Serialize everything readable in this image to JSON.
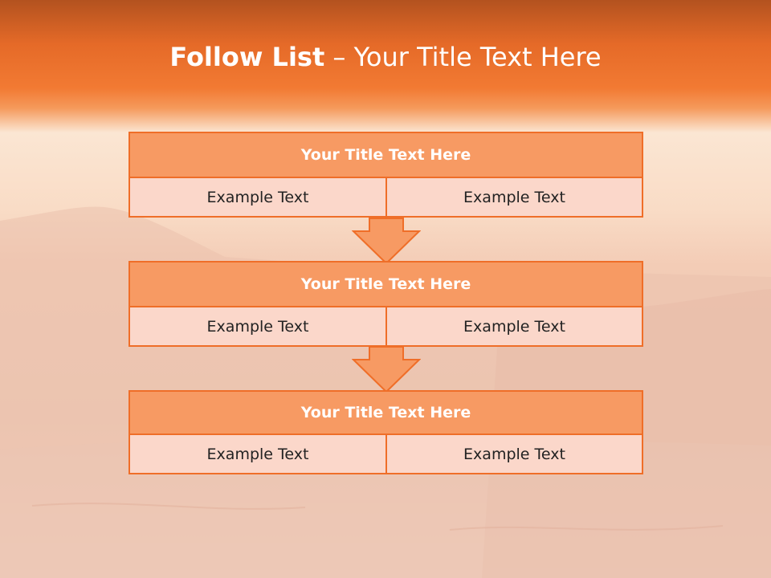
{
  "title": {
    "bold": "Follow List",
    "rest": " – Your Title Text Here"
  },
  "blocks": [
    {
      "header": "Your Title Text Here",
      "left": "Example Text",
      "right": "Example Text"
    },
    {
      "header": "Your Title Text Here",
      "left": "Example Text",
      "right": "Example Text"
    },
    {
      "header": "Your Title Text Here",
      "left": "Example Text",
      "right": "Example Text"
    }
  ],
  "colors": {
    "header_fill": "#f79a63",
    "border": "#ef6e28",
    "cell_fill": "#fbd7ca",
    "arrow_fill": "#f79a63"
  },
  "icons": {
    "flow_arrow": "down-arrow-icon"
  }
}
